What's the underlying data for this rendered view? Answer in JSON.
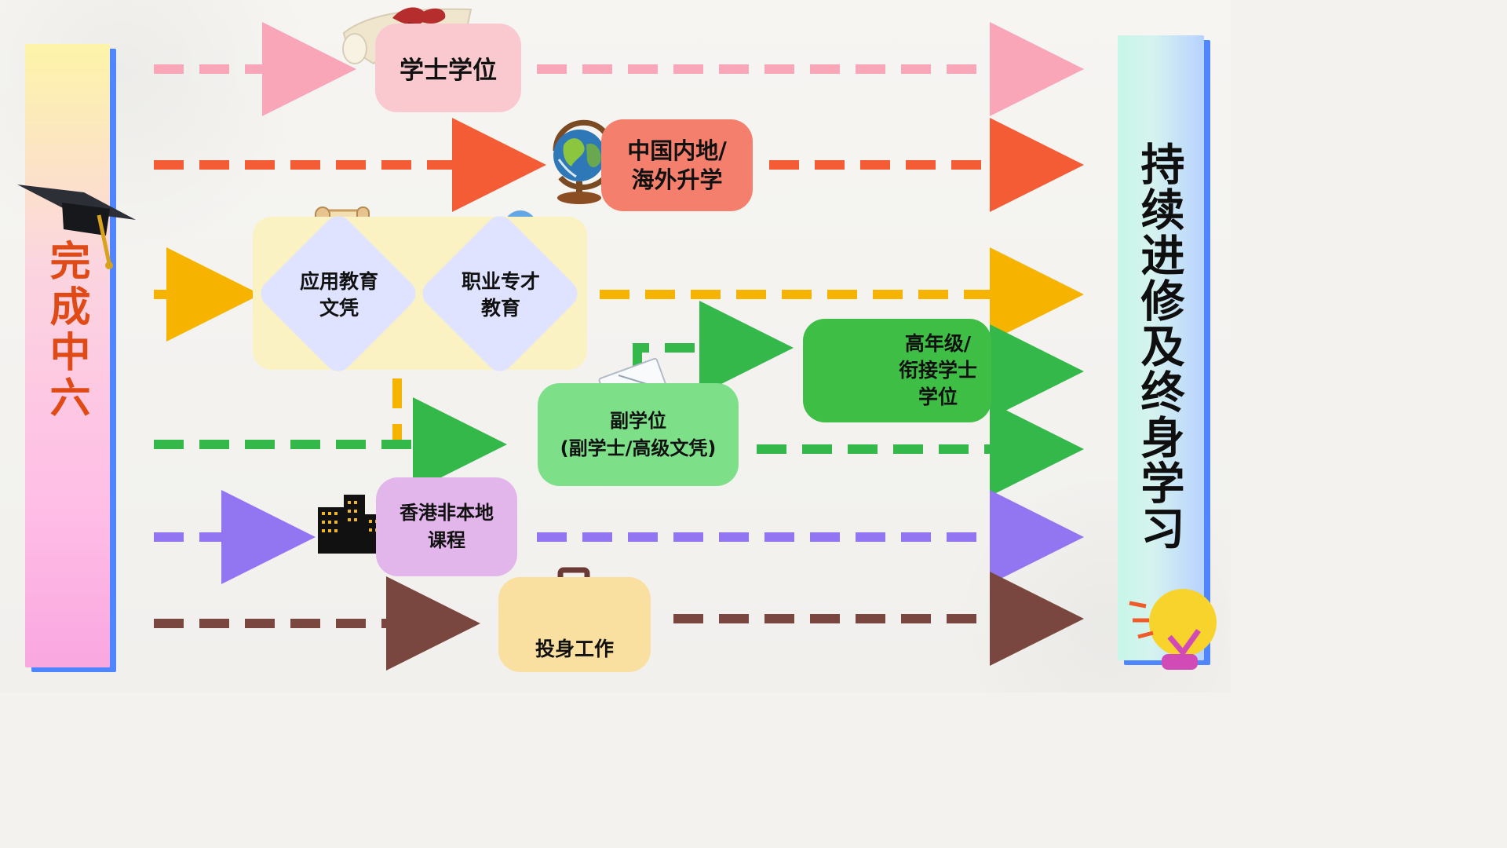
{
  "left_bar": {
    "label": "完成中六"
  },
  "right_bar": {
    "label": "持续进修及终身学习"
  },
  "nodes": {
    "bachelor": "学士学位",
    "mainland": "中国内地/\n海外升学",
    "applied": "应用教育\n文凭",
    "vocational": "职业专才\n教育",
    "associate": "副学位\n(副学士/高级文凭)",
    "higher_diploma": "高年级/\n衔接学士\n学位",
    "non_local": "香港非本地\n课程",
    "work": "投身工作"
  },
  "colors": {
    "pink": "#f9a7b8",
    "orange_red": "#f35c35",
    "amber": "#f6b400",
    "green": "#35b84a",
    "purple": "#9275f1",
    "brown": "#7a4740",
    "blue": "#4f86ff"
  },
  "icons": {
    "graduation_cap": "graduation-cap-icon",
    "diploma": "diploma-scroll-icon",
    "globe": "globe-icon",
    "certificate": "certificate-scroll-icon",
    "gears": "gears-icon",
    "papers": "papers-icon",
    "stairs": "stairs-icon",
    "city": "city-icon",
    "briefcase": "briefcase-icon",
    "lightbulb": "lightbulb-icon"
  }
}
